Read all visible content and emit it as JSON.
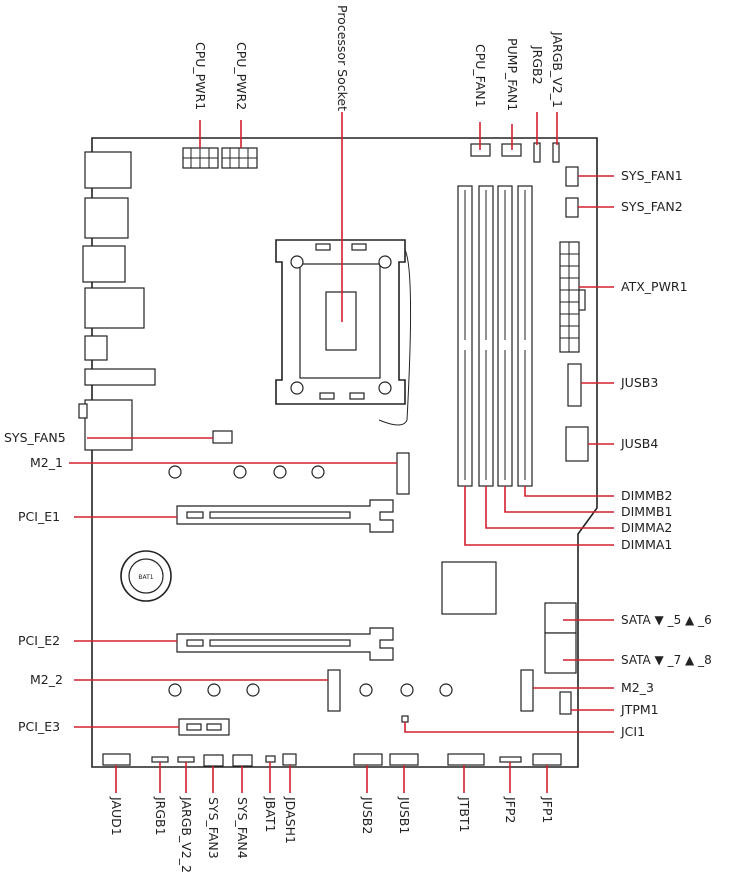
{
  "labels": {
    "cpu_pwr1": "CPU_PWR1",
    "cpu_pwr2": "CPU_PWR2",
    "processor_socket": "Processor Socket",
    "cpu_fan1": "CPU_FAN1",
    "pump_fan1": "PUMP_FAN1",
    "jrgb2": "JRGB2",
    "jargb_v2_1": "JARGB_V2_1",
    "sys_fan1": "SYS_FAN1",
    "sys_fan2": "SYS_FAN2",
    "atx_pwr1": "ATX_PWR1",
    "jusb3": "JUSB3",
    "jusb4": "JUSB4",
    "dimmb2": "DIMMB2",
    "dimmb1": "DIMMB1",
    "dimma2": "DIMMA2",
    "dimma1": "DIMMA1",
    "sata_5_6": "SATA ▼ _5 ▲ _6",
    "sata_7_8": "SATA ▼ _7 ▲ _8",
    "m2_3": "M2_3",
    "jtpm1": "JTPM1",
    "jci1": "JCI1",
    "sys_fan5": "SYS_FAN5",
    "m2_1": "M2_1",
    "pci_e1": "PCI_E1",
    "pci_e2": "PCI_E2",
    "m2_2": "M2_2",
    "pci_e3": "PCI_E3",
    "bat1": "BAT1",
    "jaud1": "JAUD1",
    "jrgb1": "JRGB1",
    "jargb_v2_2": "JARGB_V2_2",
    "sys_fan3": "SYS_FAN3",
    "sys_fan4": "SYS_FAN4",
    "jbat1": "JBAT1",
    "jdash1": "JDASH1",
    "jusb2": "JUSB2",
    "jusb1": "JUSB1",
    "jtbt1": "JTBT1",
    "jfp2": "JFP2",
    "jfp1": "JFP1"
  },
  "colors": {
    "leader": "#d2202f",
    "outline": "#222222",
    "text": "#222222"
  }
}
